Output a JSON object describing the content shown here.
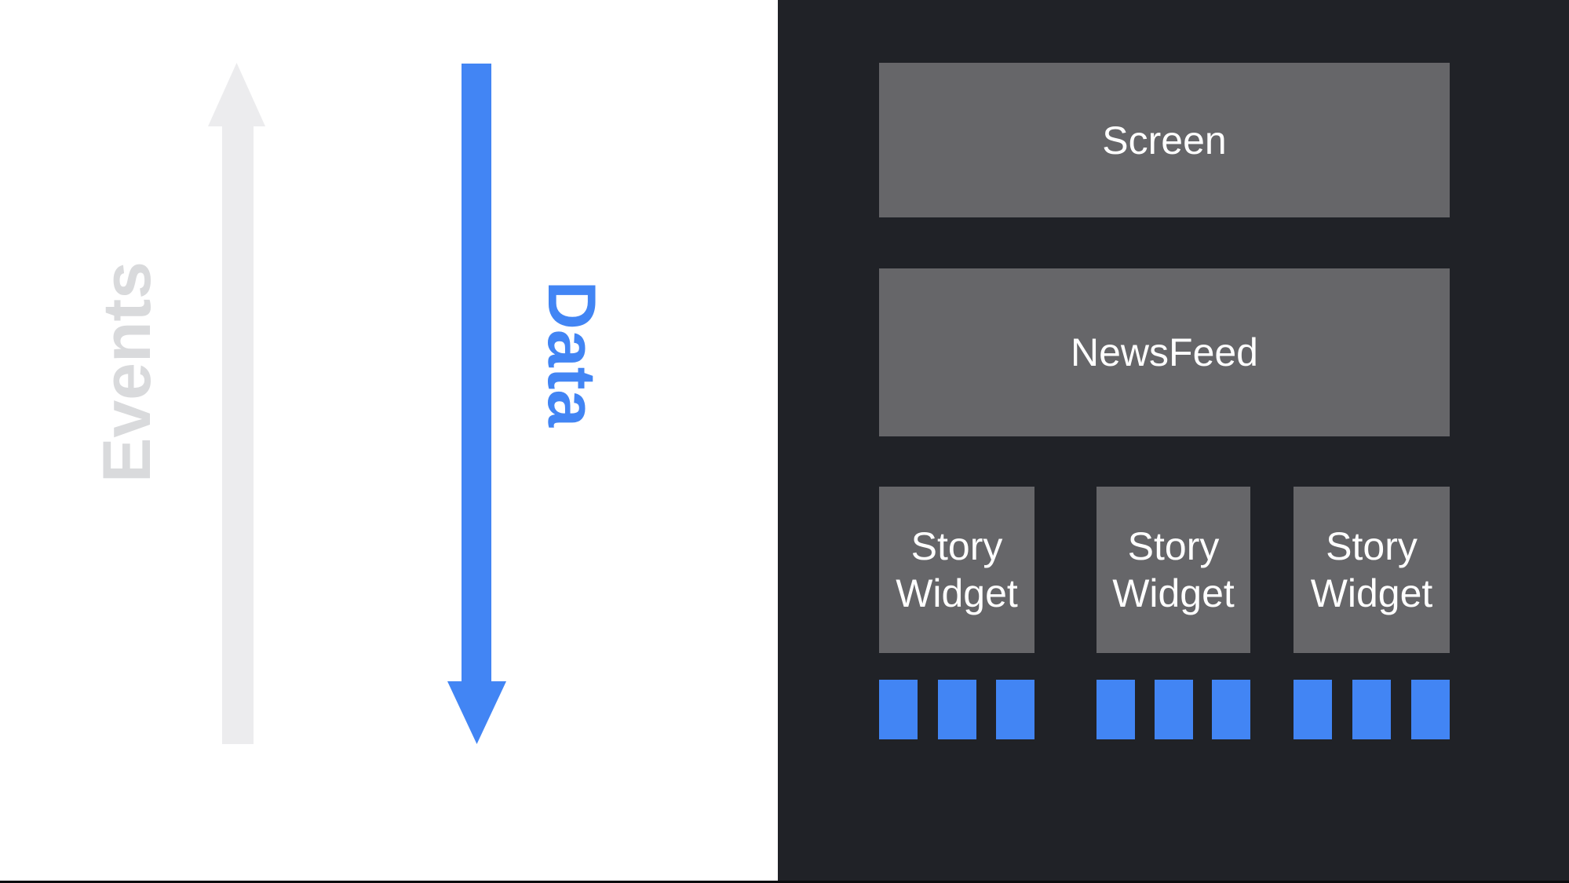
{
  "left_panel": {
    "events_label": "Events",
    "data_label": "Data",
    "events_arrow_direction": "up",
    "data_arrow_direction": "down"
  },
  "right_panel": {
    "screen_label": "Screen",
    "newsfeed_label": "NewsFeed",
    "story_widgets": [
      {
        "label": "Story Widget",
        "blocks": 3
      },
      {
        "label": "Story Widget",
        "blocks": 3
      },
      {
        "label": "Story Widget",
        "blocks": 3
      }
    ]
  },
  "colors": {
    "accent_blue": "#4285F4",
    "arrow_gray": "#ECECEE",
    "events_text_gray": "#D9DADC",
    "panel_dark": "#202227",
    "box_gray": "#666669",
    "box_text": "#FFFFFF",
    "left_bg": "#FFFFFF",
    "bottom_edge": "#0B0C0E"
  }
}
